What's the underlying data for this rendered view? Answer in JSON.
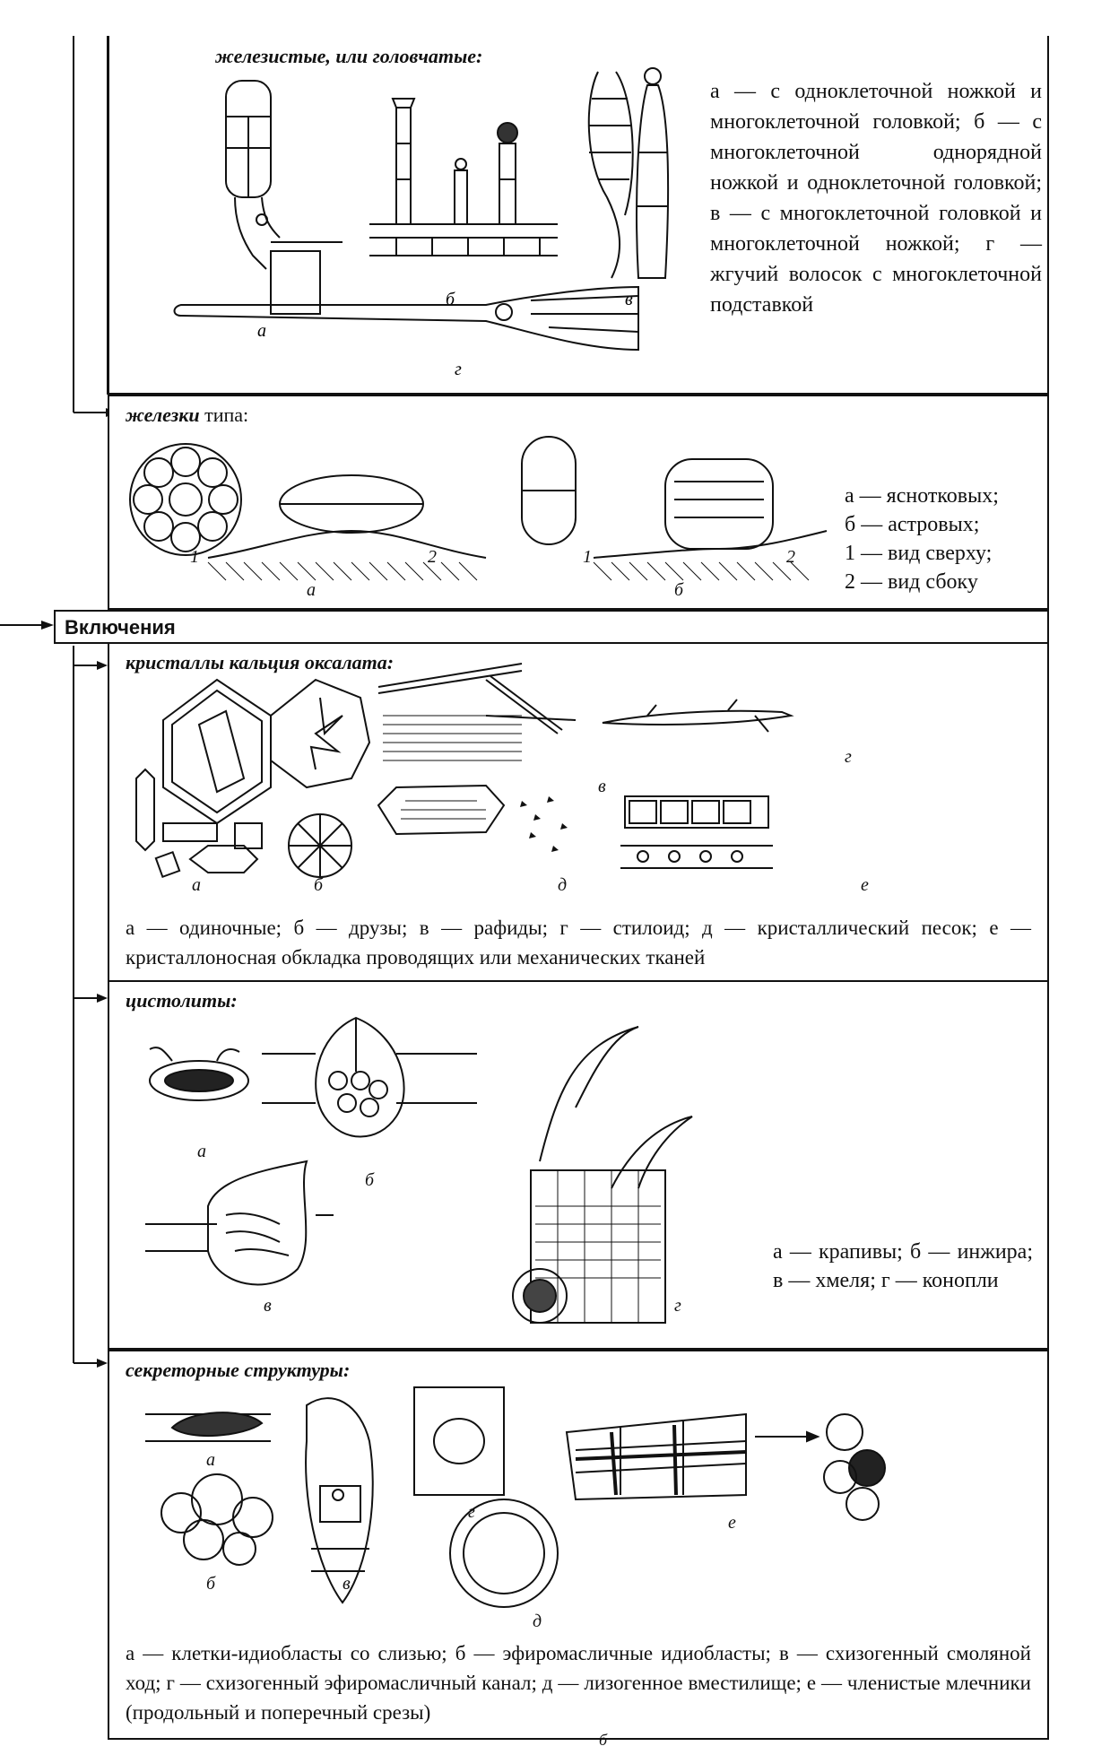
{
  "glandular": {
    "heading": "железистые, или головчатые:",
    "labels": [
      "а",
      "б",
      "в",
      "г"
    ],
    "legend": "а — с одноклеточной ножкой и многоклеточной головкой; б — с многоклеточной однорядной ножкой и одноклеточной головкой; в — с многоклеточной головкой и многоклеточной ножкой; г — жгучий волосок с многоклеточной подставкой"
  },
  "glands": {
    "heading_bold": "железки",
    "heading_plain": "типа:",
    "labels": [
      "1",
      "2",
      "а",
      "1",
      "2",
      "б"
    ],
    "legend": [
      "а — яснотковых;",
      "б — астровых;",
      "1 — вид сверху;",
      "2 — вид сбоку"
    ]
  },
  "inclusions": {
    "title": "Включения"
  },
  "crystals": {
    "heading": "кристаллы кальция оксалата:",
    "labels": [
      "а",
      "б",
      "в",
      "г",
      "д",
      "е"
    ],
    "caption": "а — одиночные; б — друзы; в — рафиды; г — стилоид; д — кристаллический песок; е — кристаллоносная обкладка проводящих или механических тканей"
  },
  "cystoliths": {
    "heading": "цистолиты:",
    "labels": [
      "а",
      "б",
      "в",
      "г"
    ],
    "legend": "а — крапивы; б — инжира; в — хмеля; г — конопли"
  },
  "secretory": {
    "heading": "секреторные структуры:",
    "labels": [
      "а",
      "б",
      "в",
      "г",
      "д",
      "е"
    ],
    "caption": "а — клетки-идиобласты со слизью; б — эфиромасличные идиобласты; в — схизогенный смоляной ход; г — схизогенный эфиромасличный канал; д — лизогенное вместилище; е — членистые млечники (продольный и поперечный срезы)"
  },
  "footer_mark": "б"
}
